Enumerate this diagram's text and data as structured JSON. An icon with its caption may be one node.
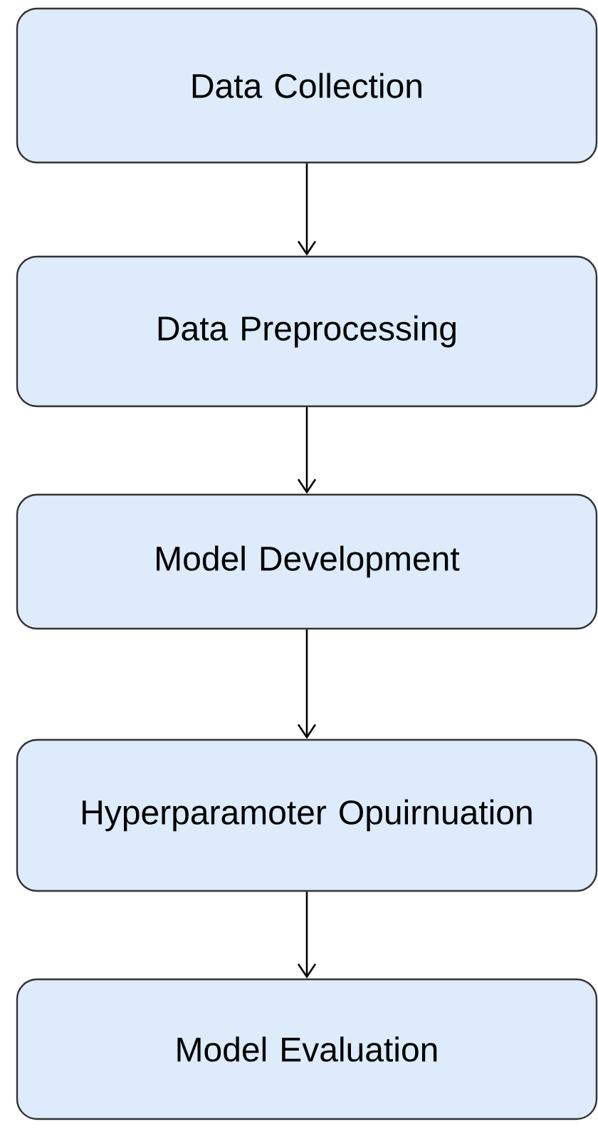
{
  "diagram": {
    "nodes": [
      {
        "text": [
          "Data Collection"
        ]
      },
      {
        "text": [
          "Data Preprocessing"
        ]
      },
      {
        "text": [
          "Model Development"
        ]
      },
      {
        "text": [
          "Hyperparamoter Opuirnuation"
        ]
      },
      {
        "text": [
          "Model Evaluation"
        ]
      }
    ],
    "edges": [
      {
        "from": 0,
        "to": 1,
        "arrow": "to"
      },
      {
        "from": 1,
        "to": 2,
        "arrow": "to"
      },
      {
        "from": 2,
        "to": 3,
        "arrow": "to"
      },
      {
        "from": 3,
        "to": 4,
        "arrow": "to"
      }
    ]
  }
}
